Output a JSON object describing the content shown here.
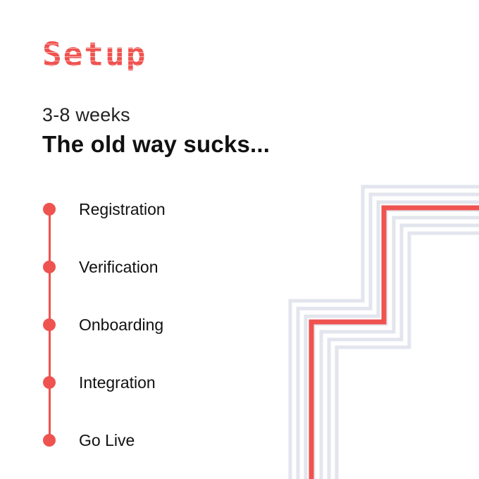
{
  "brand": {
    "title": "Setup",
    "accent_color": "#EF5350",
    "line_gray": "#E3E5EE"
  },
  "header": {
    "duration": "3-8 weeks",
    "headline": "The old way sucks..."
  },
  "timeline": {
    "steps": [
      {
        "label": "Registration"
      },
      {
        "label": "Verification"
      },
      {
        "label": "Onboarding"
      },
      {
        "label": "Integration"
      },
      {
        "label": "Go Live"
      }
    ]
  },
  "decoration": {
    "icon": "staircase-lines-graphic"
  }
}
